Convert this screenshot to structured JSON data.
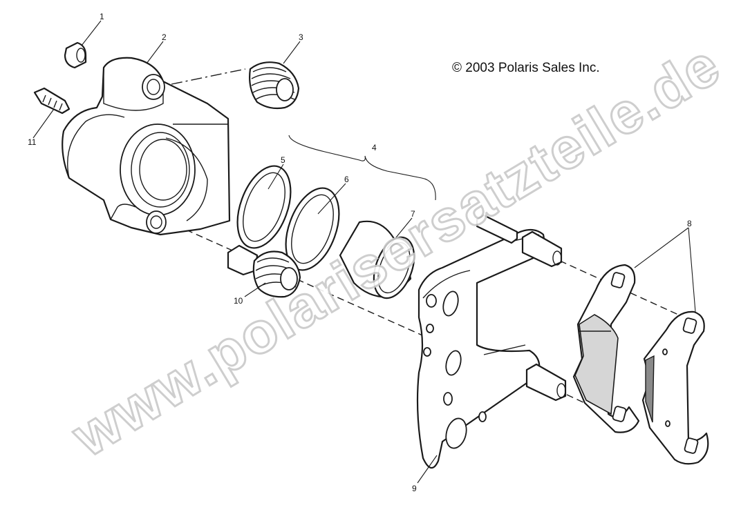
{
  "copyright": "© 2003 Polaris Sales Inc.",
  "watermark": "www.polarisersatzteile.de",
  "callouts": [
    {
      "id": "1",
      "label": "1"
    },
    {
      "id": "2",
      "label": "2"
    },
    {
      "id": "3",
      "label": "3"
    },
    {
      "id": "4",
      "label": "4"
    },
    {
      "id": "5",
      "label": "5"
    },
    {
      "id": "6",
      "label": "6"
    },
    {
      "id": "7",
      "label": "7"
    },
    {
      "id": "8",
      "label": "8"
    },
    {
      "id": "9",
      "label": "9"
    },
    {
      "id": "10",
      "label": "10"
    },
    {
      "id": "11",
      "label": "11"
    }
  ],
  "colors": {
    "line": "#1a1a1a",
    "watermark_outline": "#c9c9c9",
    "background": "#ffffff"
  }
}
